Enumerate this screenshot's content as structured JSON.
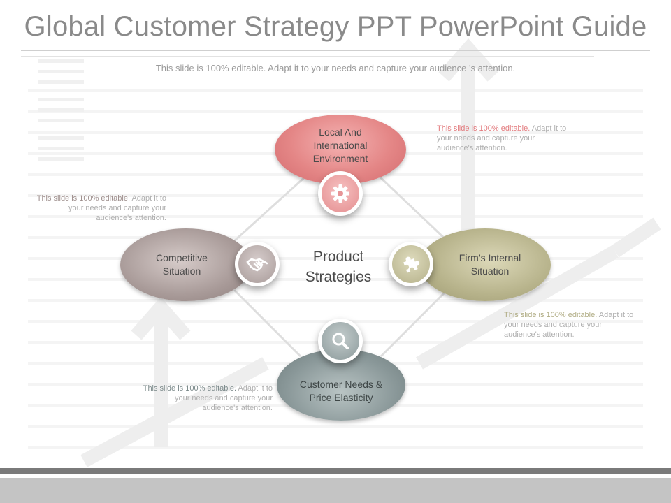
{
  "title": "Global Customer Strategy PPT PowerPoint Guide",
  "subtitle": "This slide is 100% editable. Adapt it to your needs and capture your  audience ’s attention.",
  "center_label": [
    "Product",
    "Strategies"
  ],
  "nodes": {
    "top": {
      "lines": [
        "Local And",
        "International",
        "Environment"
      ],
      "color": "#e27a7d",
      "icon": "gear-icon"
    },
    "left": {
      "lines": [
        "Competitive",
        "Situation"
      ],
      "color": "#9e8f8d",
      "icon": "handshake-icon"
    },
    "right": {
      "lines": [
        "Firm’s Internal",
        "Situation"
      ],
      "color": "#b1ad85",
      "icon": "puzzle-icon"
    },
    "bottom": {
      "lines": [
        "Customer Needs &",
        "Price Elasticity"
      ],
      "color": "#7c8a8b",
      "icon": "search-icon"
    }
  },
  "notes": {
    "top_right": {
      "bold": "This slide is 100% editable.",
      "rest": " Adapt it to your needs and capture your audience's attention.",
      "bold_color": "#e27a7d"
    },
    "left": {
      "bold": "This slide is 100% editable.",
      "rest": " Adapt it to your needs and capture your audience's attention.",
      "bold_color": "#9e8f8d"
    },
    "right": {
      "bold": "This slide is 100% editable.",
      "rest": " Adapt it to your needs and capture your audience's attention.",
      "bold_color": "#b1ad85"
    },
    "bottom_left": {
      "bold": "This slide is 100% editable.",
      "rest": " Adapt it to your needs and capture your audience's attention.",
      "bold_color": "#7c8a8b"
    }
  }
}
